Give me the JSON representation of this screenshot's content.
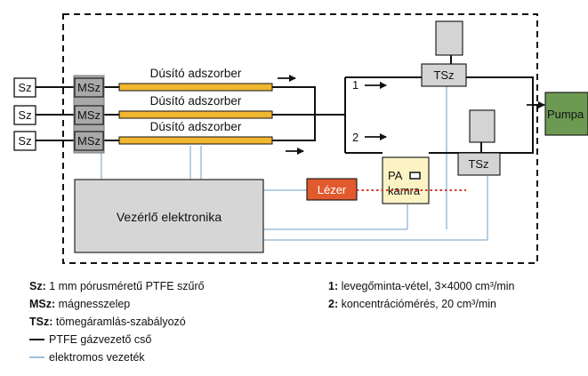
{
  "diagram": {
    "sz_labels": [
      "Sz",
      "Sz",
      "Sz"
    ],
    "msz_labels": [
      "MSz",
      "MSz",
      "MSz"
    ],
    "adsorber_labels": [
      "Dúsító adszorber",
      "Dúsító adszorber",
      "Dúsító adszorber"
    ],
    "tsz_top": "TSz",
    "tsz_bottom": "TSz",
    "pump": "Pumpa",
    "branch_1": "1",
    "branch_2": "2",
    "laser": "Lézer",
    "pa_line1": "PA",
    "pa_line2": "kamra",
    "electronics": "Vezérlő elektronika"
  },
  "legend": {
    "left": [
      {
        "key": "Sz:",
        "text": " 1 mm pórusméretű PTFE szűrő"
      },
      {
        "key": "MSz:",
        "text": " mágnesszelep"
      },
      {
        "key": "TSz:",
        "text": " tömegáramlás-szabályozó"
      }
    ],
    "lines": [
      {
        "text": "PTFE gázvezető cső",
        "color": "#111111"
      },
      {
        "text": "elektromos vezeték",
        "color": "#9dbfdc"
      }
    ],
    "right": [
      {
        "key": "1:",
        "text": " levegőminta-vétel, 3×4000 cm³/min"
      },
      {
        "key": "2:",
        "text": " koncentrációmérés, 20 cm³/min"
      }
    ]
  },
  "colors": {
    "adsorber": "#f2b730",
    "msz_fill": "#a9a9a9",
    "tsz_fill": "#d4d4d4",
    "pump_fill": "#6c9a52",
    "laser_fill": "#e05a2e",
    "pa_fill": "#fbf3c4",
    "electronics_fill": "#d6d6d6",
    "gas_line": "#111111",
    "wire": "#9dbfdc",
    "laser_beam": "#d03a2a"
  }
}
